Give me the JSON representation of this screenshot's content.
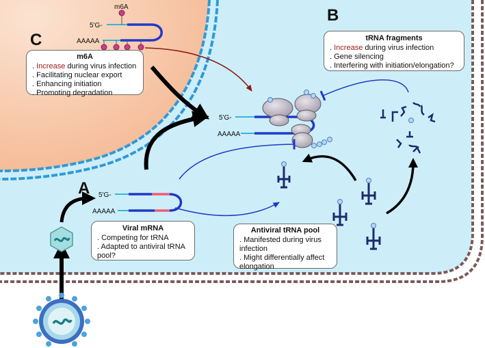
{
  "panels": {
    "a": "A",
    "b": "B",
    "c": "C"
  },
  "mrna_labels": {
    "cap": "5'G-",
    "polya": "AAAAA",
    "m6a": "m6A"
  },
  "m6a_box": {
    "title": "m6A",
    "bullet1_prefix": ". ",
    "bullet1_highlight": "Increase",
    "bullet1_rest": " during virus infection",
    "bullet2": ". Facilitating nuclear export",
    "bullet3": ". Enhancing initiation",
    "bullet4": ". Promoting degradation"
  },
  "trna_fragments_box": {
    "title": "tRNA fragments",
    "bullet1_prefix": ". ",
    "bullet1_highlight": "Increase",
    "bullet1_rest": " during virus infection",
    "bullet2": ". Gene silencing",
    "bullet3": ". Interfering with initiation/elongation?"
  },
  "viral_mrna_box": {
    "title": "Viral mRNA",
    "bullet1": ". Competing for tRNA",
    "bullet2": ". Adapted to antiviral tRNA pool?"
  },
  "antiviral_pool_box": {
    "title": "Antiviral tRNA pool",
    "bullet1": ". Manifested during virus infection",
    "bullet2": ". Might differentially affect elongation"
  },
  "colors": {
    "cytoplasm": "#cdeef8",
    "nucleus": "#f7cdb0",
    "nuclear_membrane": "#2e9ad8",
    "cell_membrane": "#7a5a5a",
    "mrna": "#1f39c9",
    "mrna_utr": "#34b6d8",
    "viral_segment": "#ef5b78",
    "m6a_mark": "#cc3f86",
    "highlight_text": "#a31a1a",
    "trna": "#1c2a6e",
    "ribosome": "#c2bcc6",
    "virus_core": "#1a7e8a"
  }
}
